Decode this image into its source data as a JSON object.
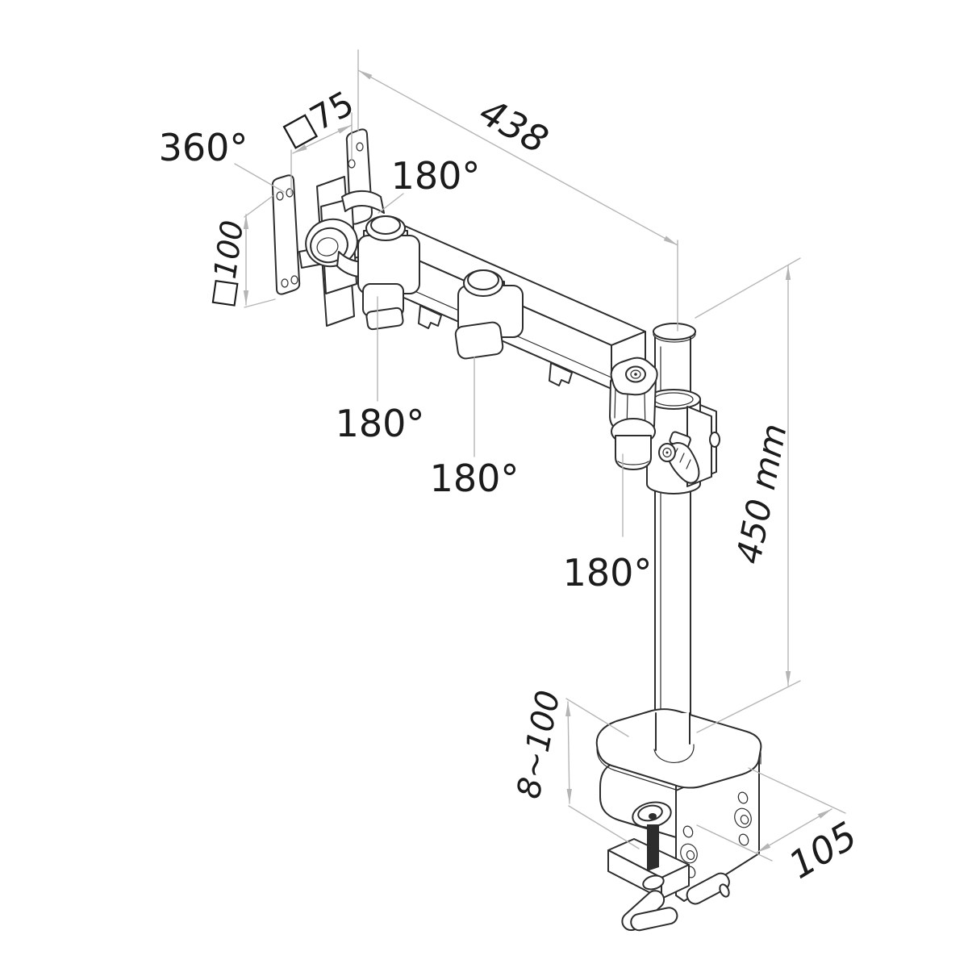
{
  "drawing": {
    "type": "technical-dimension-drawing",
    "subject": "single monitor desk mount arm with pole and desk clamp, isometric view",
    "background": "#ffffff",
    "line_color": "#2d2d2d",
    "dimension_color": "#b5b5b5",
    "text_color": "#1b1b1b",
    "annotations": [
      {
        "id": "vesa-rotation",
        "text": "360°"
      },
      {
        "id": "vesa-width",
        "text": "□75"
      },
      {
        "id": "arm-reach",
        "text": "438"
      },
      {
        "id": "tilt-joint",
        "text": "180°"
      },
      {
        "id": "vesa-height",
        "text": "□100"
      },
      {
        "id": "arm-joint-front",
        "text": "180°"
      },
      {
        "id": "arm-joint-mid",
        "text": "180°"
      },
      {
        "id": "pole-joint",
        "text": "180°"
      },
      {
        "id": "pole-height",
        "text": "450 mm"
      },
      {
        "id": "clamp-opening",
        "text": "8~100"
      },
      {
        "id": "clamp-depth",
        "text": "105"
      }
    ]
  }
}
